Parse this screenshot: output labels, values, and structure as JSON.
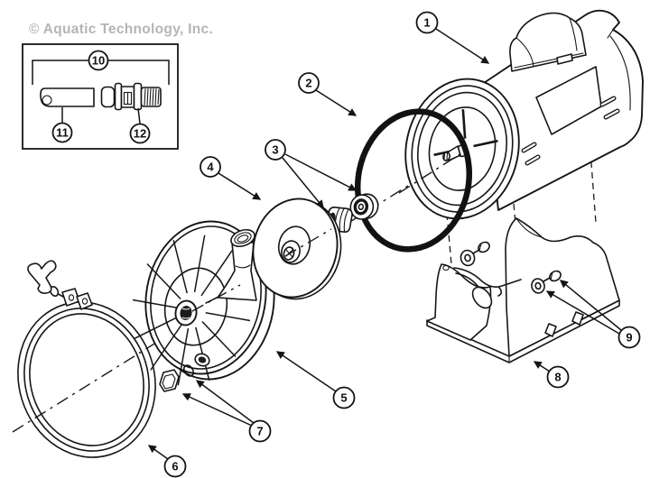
{
  "watermark": "© Aquatic Technology, Inc.",
  "callouts": {
    "c1": "1",
    "c2": "2",
    "c3": "3",
    "c4": "4",
    "c5": "5",
    "c6": "6",
    "c7": "7",
    "c8": "8",
    "c9": "9",
    "c10": "10",
    "c11": "11",
    "c12": "12"
  }
}
